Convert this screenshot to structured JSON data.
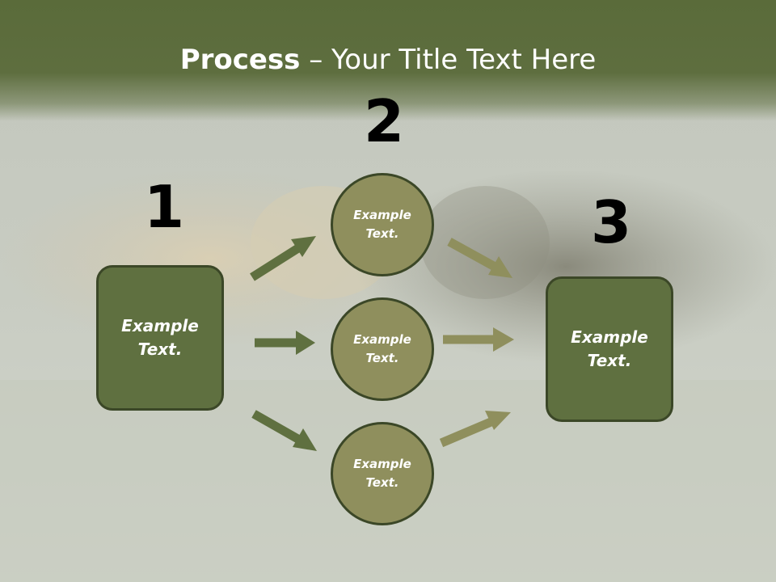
{
  "slide": {
    "title_bold": "Process",
    "title_rest": " – Your Title Text Here",
    "step_numbers": [
      "1",
      "2",
      "3"
    ],
    "left_box": {
      "line1": "Example",
      "line2": "Text."
    },
    "right_box": {
      "line1": "Example",
      "line2": "Text."
    },
    "circles": [
      {
        "line1": "Example",
        "line2": "Text."
      },
      {
        "line1": "Example",
        "line2": "Text."
      },
      {
        "line1": "Example",
        "line2": "Text."
      }
    ]
  },
  "colors": {
    "header": "#5e6e3f",
    "box_fill": "#5f7040",
    "circle_fill": "#8f8f5d",
    "arrow_dark": "#5f7040",
    "arrow_light": "#8f8f5d"
  }
}
